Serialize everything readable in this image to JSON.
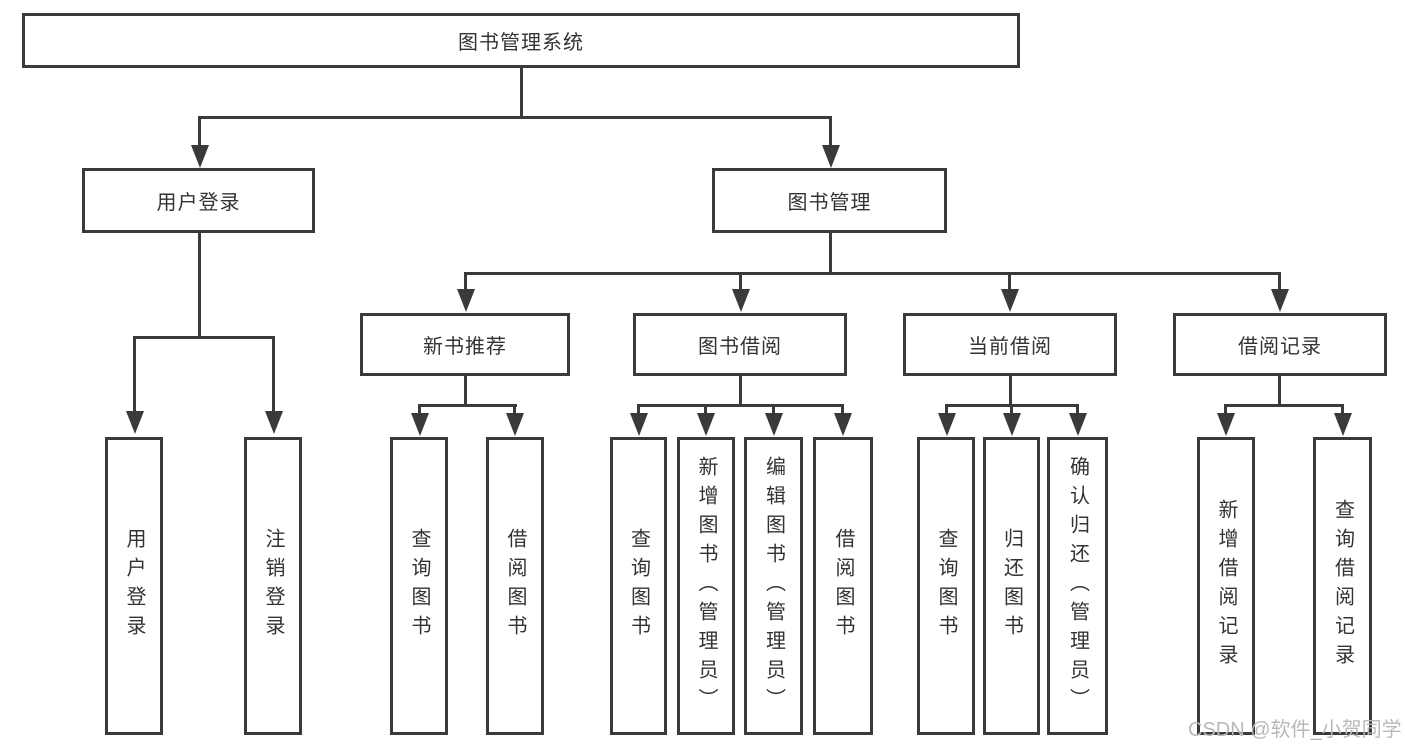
{
  "tree": {
    "root": {
      "label": "图书管理系统",
      "children": [
        {
          "label": "用户登录",
          "children": [
            {
              "label": "用户登录"
            },
            {
              "label": "注销登录"
            }
          ]
        },
        {
          "label": "图书管理",
          "children": [
            {
              "label": "新书推荐",
              "children": [
                {
                  "label": "查询图书"
                },
                {
                  "label": "借阅图书"
                }
              ]
            },
            {
              "label": "图书借阅",
              "children": [
                {
                  "label": "查询图书"
                },
                {
                  "label": "新增图书（管理员）"
                },
                {
                  "label": "编辑图书（管理员）"
                },
                {
                  "label": "借阅图书"
                }
              ]
            },
            {
              "label": "当前借阅",
              "children": [
                {
                  "label": "查询图书"
                },
                {
                  "label": "归还图书"
                },
                {
                  "label": "确认归还（管理员）"
                }
              ]
            },
            {
              "label": "借阅记录",
              "children": [
                {
                  "label": "新增借阅记录"
                },
                {
                  "label": "查询借阅记录"
                }
              ]
            }
          ]
        }
      ]
    }
  },
  "watermark": {
    "text": "CSDN @软件_小贺同学"
  },
  "colors": {
    "line": "#3a3a3a",
    "text": "#333333",
    "watermark": "#b9b9b9",
    "bg": "#ffffff"
  }
}
